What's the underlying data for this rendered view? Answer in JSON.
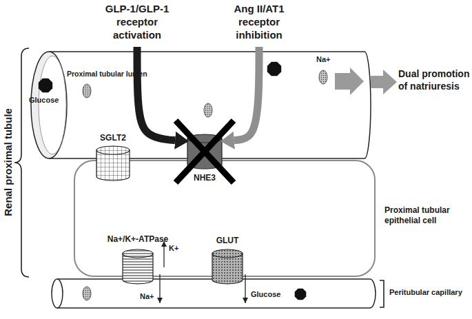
{
  "diagram": {
    "nodes": [
      {
        "text": [
          "GLP-1/GLP-1 receptor activation"
        ]
      },
      {
        "text": [
          "Ang II/AT1 receptor inhibition"
        ]
      },
      {
        "text": [
          "Proximal tubular lumen"
        ]
      },
      {
        "text": [
          "Proximal tubular epithelial cell"
        ]
      },
      {
        "text": [
          "SGLT2"
        ],
        "in": 3
      },
      {
        "text": [
          "NHE3"
        ],
        "in": 3
      },
      {
        "text": [
          "Na+/K+-ATPase"
        ],
        "in": 3
      },
      {
        "text": [
          "GLUT"
        ],
        "in": 3
      },
      {
        "text": [
          "Peritubular capillary"
        ]
      },
      {
        "text": [
          "Dual promotion of natriuresis"
        ]
      }
    ],
    "edges": [
      {
        "from": 0,
        "to": 5,
        "arrow": "to"
      },
      {
        "from": 1,
        "to": 5,
        "arrow": "to"
      },
      {
        "from": 2,
        "to": 9,
        "arrow": "to"
      }
    ],
    "labels": [
      "Renal proximal tubule",
      "Glucose",
      "Na+",
      "K+",
      "Na+",
      "Glucose"
    ]
  }
}
